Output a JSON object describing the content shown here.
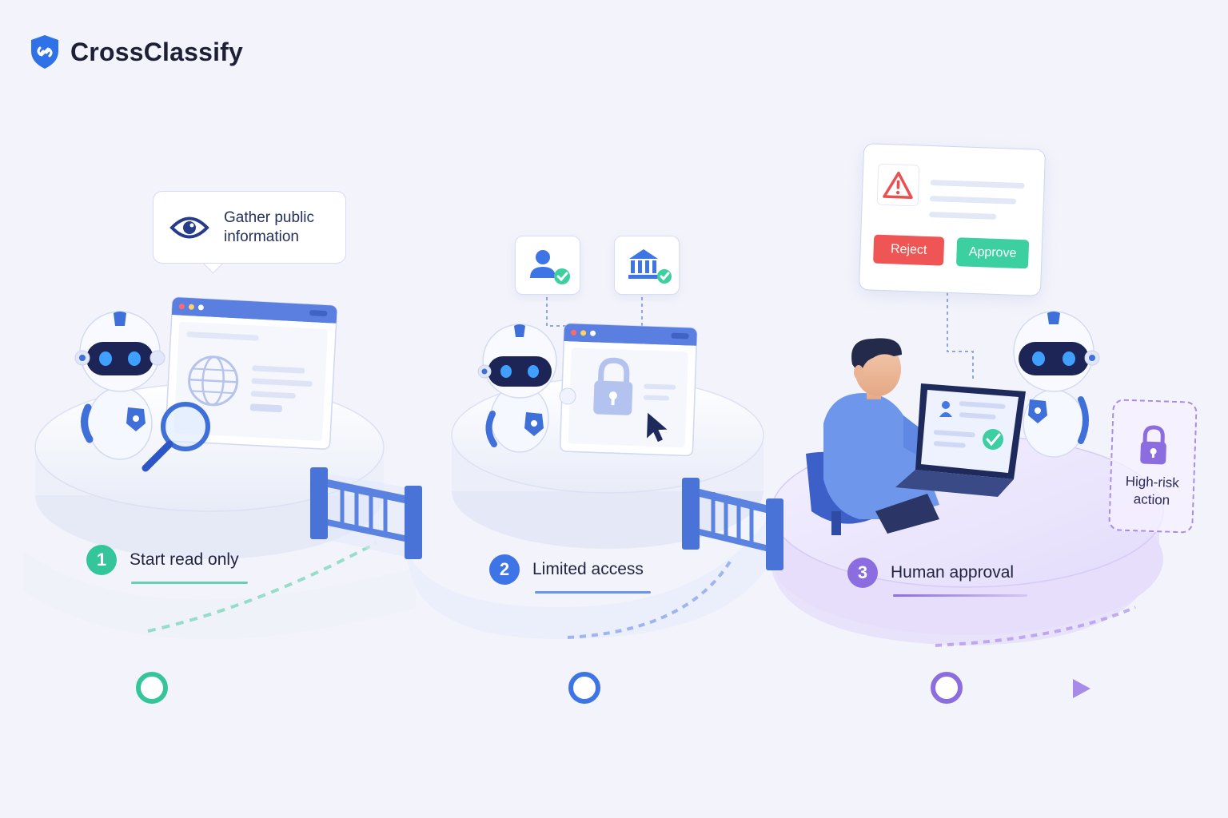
{
  "brand": {
    "name": "CrossClassify"
  },
  "bubble": {
    "text": "Gather public information"
  },
  "card": {
    "reject_label": "Reject",
    "approve_label": "Approve"
  },
  "risk": {
    "label": "High-risk action"
  },
  "steps": [
    {
      "num": "1",
      "label": "Start read only",
      "color": "#34c59a"
    },
    {
      "num": "2",
      "label": "Limited access",
      "color": "#3d74e6"
    },
    {
      "num": "3",
      "label": "Human approval",
      "color": "#8c6ddf"
    }
  ],
  "colors": {
    "green": "#34c59a",
    "blue": "#3d74e6",
    "purple": "#8c6ddf"
  }
}
